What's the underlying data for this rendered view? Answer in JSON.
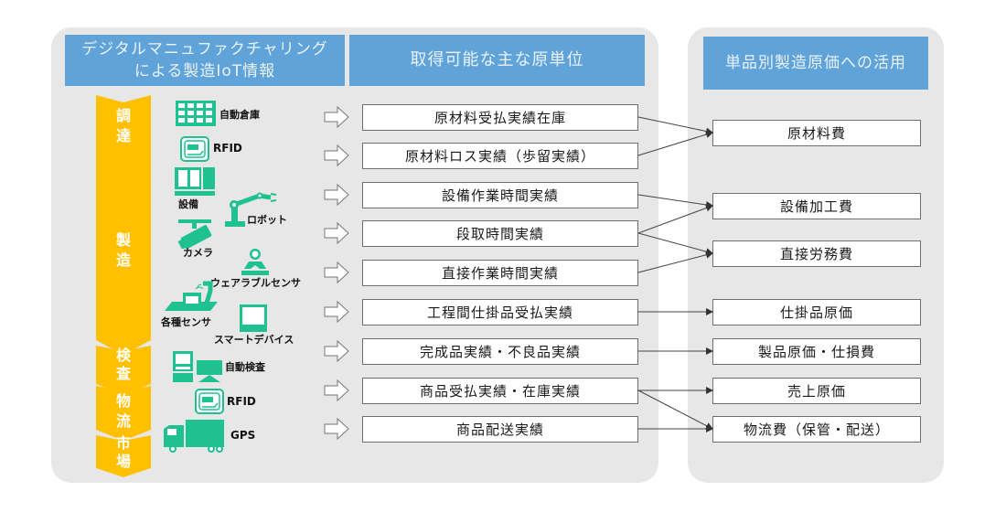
{
  "headers": {
    "iot_info_line1": "デジタルマニュファクチャリング",
    "iot_info_line2": "による製造IoT情報",
    "unit_metrics": "取得可能な主な原単位",
    "cost_usage": "単品別製造原価への活用"
  },
  "stages": [
    {
      "id": "procurement",
      "line1": "調",
      "line2": "達"
    },
    {
      "id": "manufacturing",
      "line1": "製",
      "line2": "造"
    },
    {
      "id": "inspection",
      "line1": "検",
      "line2": "査"
    },
    {
      "id": "logistics",
      "line1": "物",
      "line2": "流"
    },
    {
      "id": "market",
      "line1": "市",
      "line2": "場"
    }
  ],
  "devices": [
    {
      "icon": "automated-warehouse-icon",
      "label": "自動倉庫"
    },
    {
      "icon": "rfid-tag-icon",
      "label": "RFID"
    },
    {
      "icon": "equipment-icon",
      "label": "設備"
    },
    {
      "icon": "robot-arm-icon",
      "label": "ロボット"
    },
    {
      "icon": "camera-icon",
      "label": "カメラ"
    },
    {
      "icon": "wearable-sensor-icon",
      "label": "ウェアラブルセンサ"
    },
    {
      "icon": "various-sensors-icon",
      "label": "各種センサ"
    },
    {
      "icon": "smart-device-icon",
      "label": "スマートデバイス"
    },
    {
      "icon": "automated-inspection-icon",
      "label": "自動検査"
    },
    {
      "icon": "rfid-tag-icon",
      "label": "RFID"
    },
    {
      "icon": "truck-icon",
      "label": "GPS"
    }
  ],
  "unit_metrics": [
    "原材料受払実績在庫",
    "原材料ロス実績（歩留実績）",
    "設備作業時間実績",
    "段取時間実績",
    "直接作業時間実績",
    "工程間仕掛品受払実績",
    "完成品実績・不良品実績",
    "商品受払実績・在庫実績",
    "商品配送実績"
  ],
  "cost_items": [
    "原材料費",
    "設備加工費",
    "直接労務費",
    "仕掛品原価",
    "製品原価・仕損費",
    "売上原価",
    "物流費（保管・配送）"
  ],
  "links": [
    {
      "from": 0,
      "to": 0
    },
    {
      "from": 1,
      "to": 0
    },
    {
      "from": 2,
      "to": 1
    },
    {
      "from": 3,
      "to": 1
    },
    {
      "from": 3,
      "to": 2
    },
    {
      "from": 4,
      "to": 2
    },
    {
      "from": 5,
      "to": 3
    },
    {
      "from": 6,
      "to": 4
    },
    {
      "from": 7,
      "to": 5
    },
    {
      "from": 7,
      "to": 6
    },
    {
      "from": 8,
      "to": 6
    }
  ],
  "colors": {
    "header_bg": "#5fa3d9",
    "stage_bg": "#ffc000",
    "icon_green": "#1ec18f",
    "panel_bg": "#e7e7e7"
  }
}
